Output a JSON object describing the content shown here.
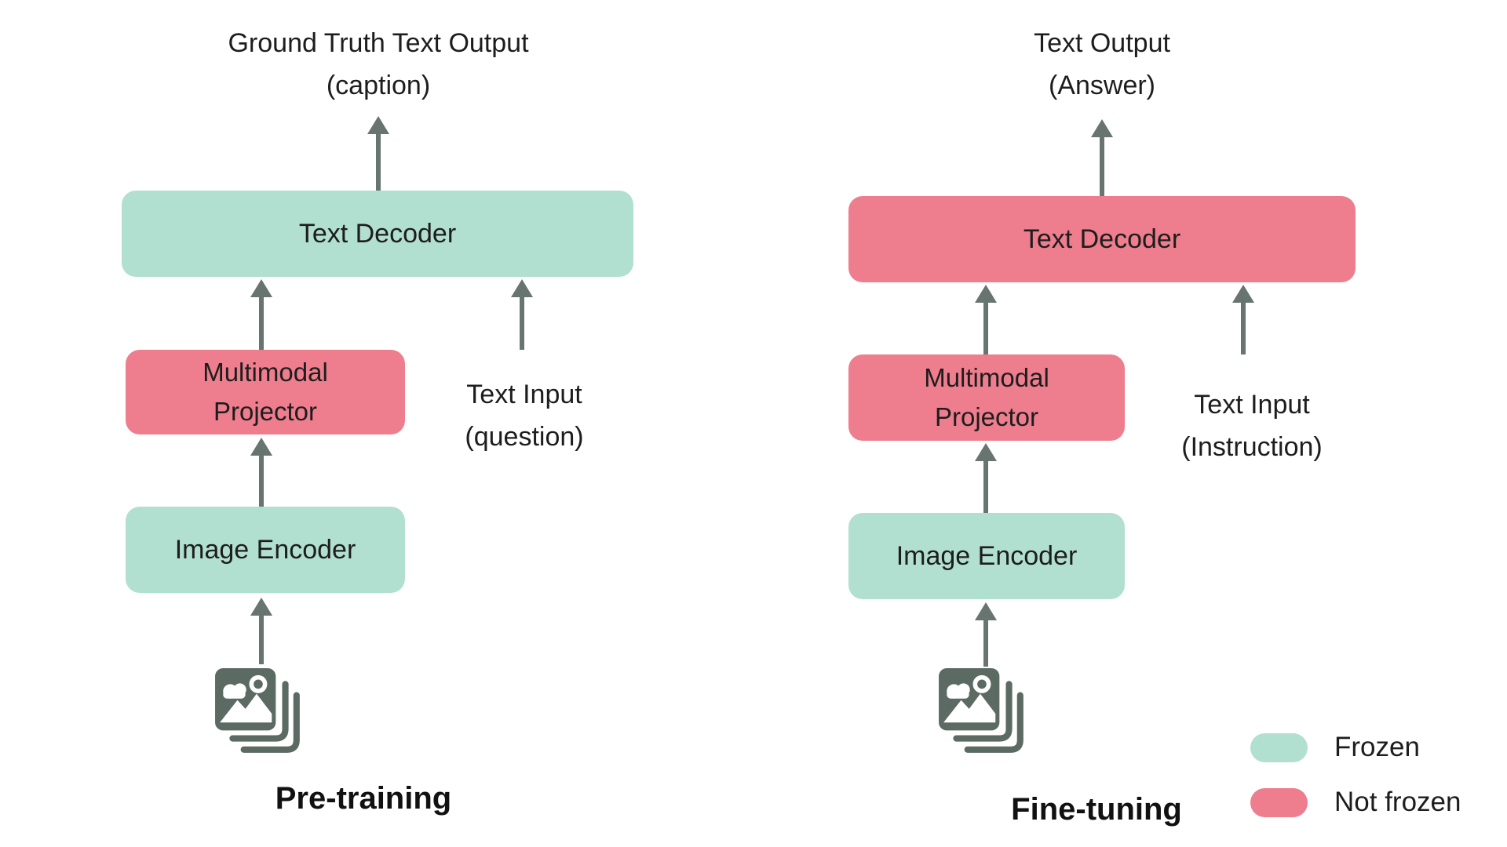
{
  "colors": {
    "frozen_green": "#b2e0d0",
    "not_frozen_pink": "#ee7d8e",
    "arrow_gray": "#67746f",
    "icon_gray": "#5c6a64",
    "text": "#1d1d1d"
  },
  "left_panel": {
    "output_label_line1": "Ground Truth Text Output",
    "output_label_line2": "(caption)",
    "decoder": {
      "label": "Text Decoder",
      "state": "frozen"
    },
    "projector": {
      "label_line1": "Multimodal",
      "label_line2": "Projector",
      "state": "not_frozen"
    },
    "text_input_line1": "Text Input",
    "text_input_line2": "(question)",
    "encoder": {
      "label": "Image Encoder",
      "state": "frozen"
    },
    "image_input_icon": "image-stack-icon",
    "stage_label": "Pre-training"
  },
  "right_panel": {
    "output_label_line1": "Text Output",
    "output_label_line2": "(Answer)",
    "decoder": {
      "label": "Text Decoder",
      "state": "not_frozen"
    },
    "projector": {
      "label_line1": "Multimodal",
      "label_line2": "Projector",
      "state": "not_frozen"
    },
    "text_input_line1": "Text Input",
    "text_input_line2": "(Instruction)",
    "encoder": {
      "label": "Image Encoder",
      "state": "frozen"
    },
    "image_input_icon": "image-stack-icon",
    "stage_label": "Fine-tuning"
  },
  "legend": {
    "items": [
      {
        "label": "Frozen",
        "color": "#b2e0d0"
      },
      {
        "label": "Not frozen",
        "color": "#ee7d8e"
      }
    ]
  }
}
